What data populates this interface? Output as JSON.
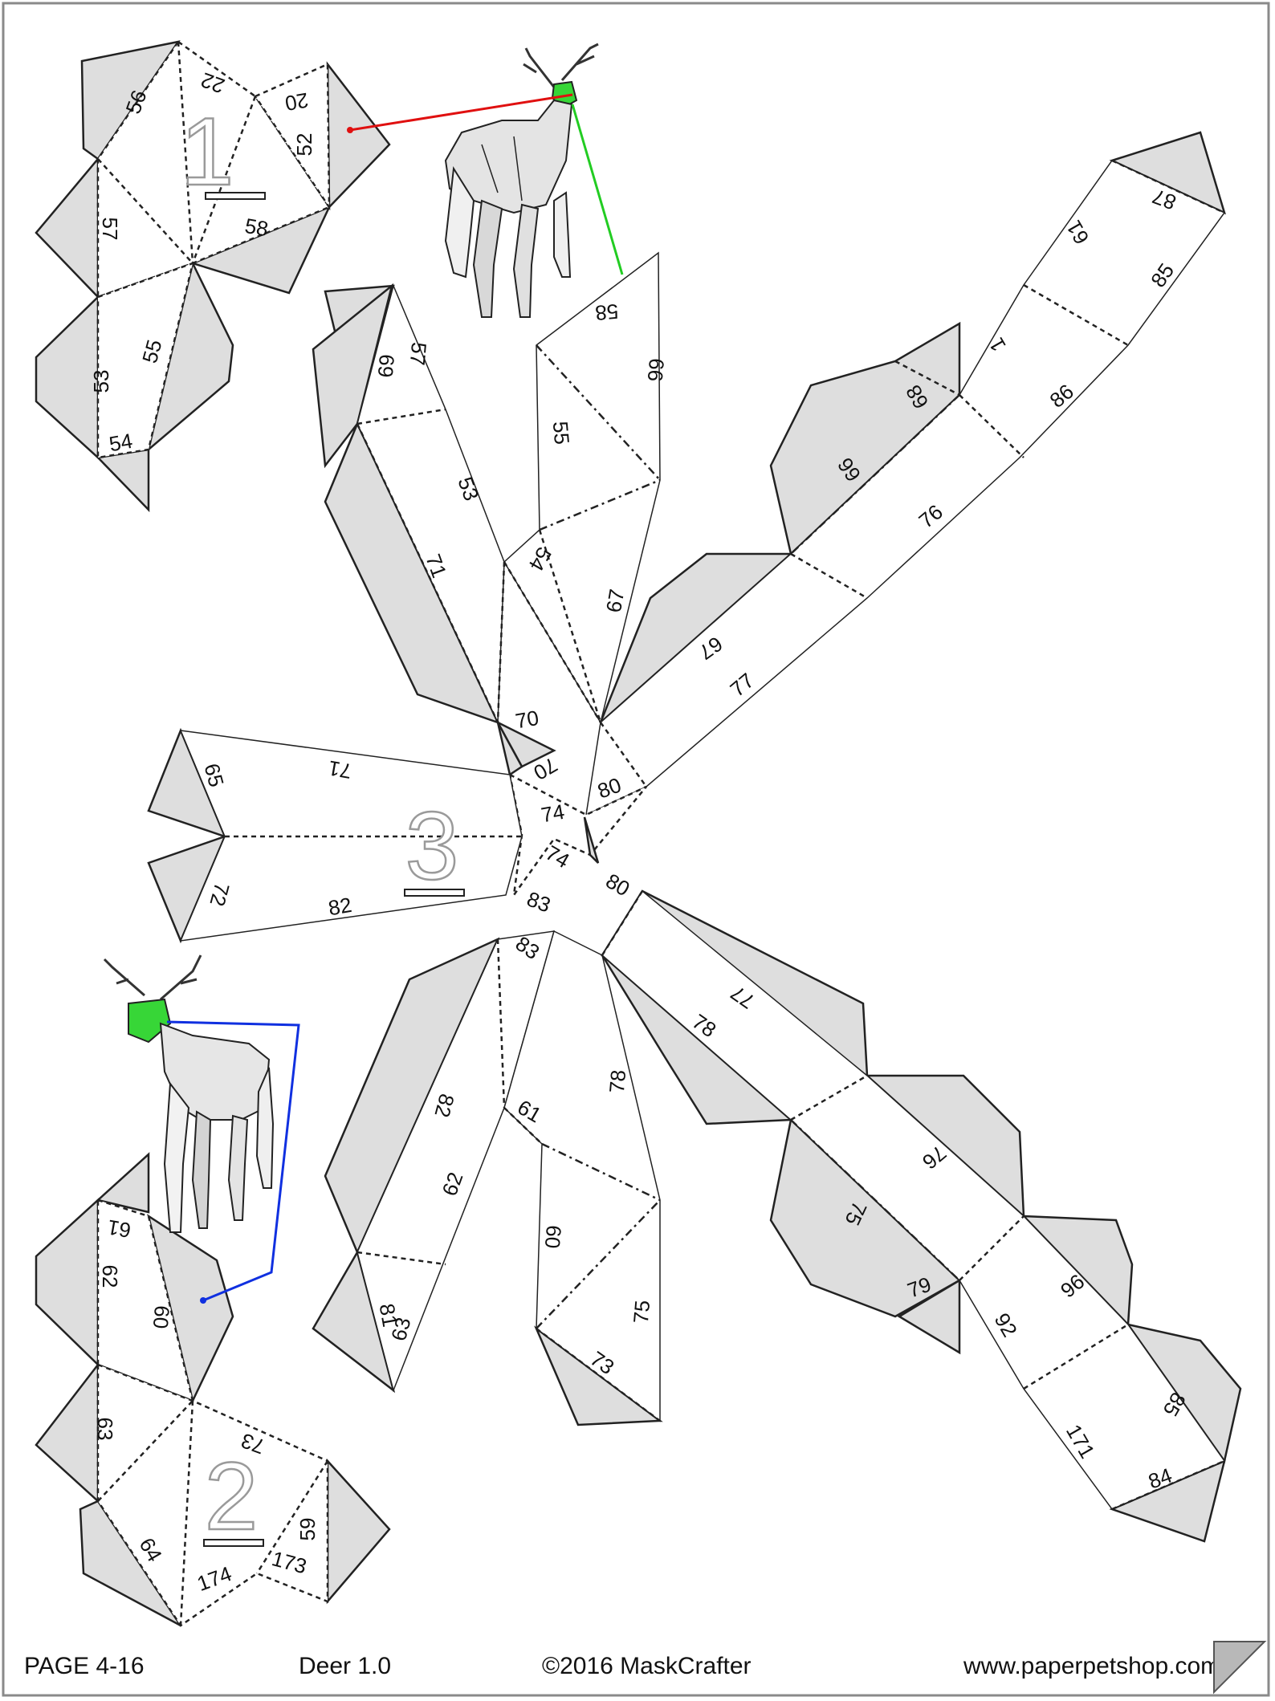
{
  "colors": {
    "tab_fill": "#dedede",
    "body_fill": "#ffffff",
    "cut_line": "#222222",
    "fold_line": "#222222",
    "guide_red": "#e01010",
    "guide_green": "#22cc22",
    "guide_blue": "#1030e0"
  },
  "parts": {
    "part1": "1",
    "part2": "2",
    "part3": "3"
  },
  "footer": {
    "page": "PAGE 4-16",
    "model": "Deer 1.0",
    "copyright": "©2016 MaskCrafter",
    "website": "www.paperpetshop.com"
  },
  "part1_labels": [
    "56",
    "22",
    "20",
    "52",
    "57",
    "58",
    "55",
    "53",
    "54"
  ],
  "part2_labels": [
    "61",
    "62",
    "60",
    "63",
    "73",
    "64",
    "174",
    "173",
    "59"
  ],
  "part3_labels": [
    "57",
    "69",
    "53",
    "71",
    "58",
    "66",
    "55",
    "54",
    "67",
    "70",
    "87",
    "61",
    "85",
    "1",
    "68",
    "86",
    "66",
    "76",
    "67",
    "77",
    "70",
    "80",
    "65",
    "71",
    "74",
    "72",
    "82",
    "74",
    "83",
    "80",
    "83",
    "77",
    "82",
    "78",
    "78",
    "61",
    "62",
    "76",
    "60",
    "75",
    "75",
    "79",
    "81",
    "63",
    "73",
    "92",
    "96",
    "171",
    "85",
    "84"
  ]
}
